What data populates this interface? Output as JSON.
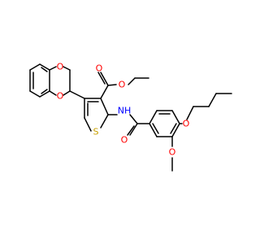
{
  "atoms": {
    "o_benzodioxane_top": "O",
    "o_benzodioxane_bottom": "O",
    "o_ester_carbonyl": "O",
    "o_ester_ether": "O",
    "s_thiophene": "S",
    "nh_amide": "NH",
    "o_amide_carbonyl": "O",
    "o_butoxy": "O",
    "o_methoxy": "O"
  },
  "colors": {
    "bond": "#000000",
    "oxygen": "#ff0000",
    "sulfur": "#c8a000",
    "nitrogen": "#0000ff"
  }
}
